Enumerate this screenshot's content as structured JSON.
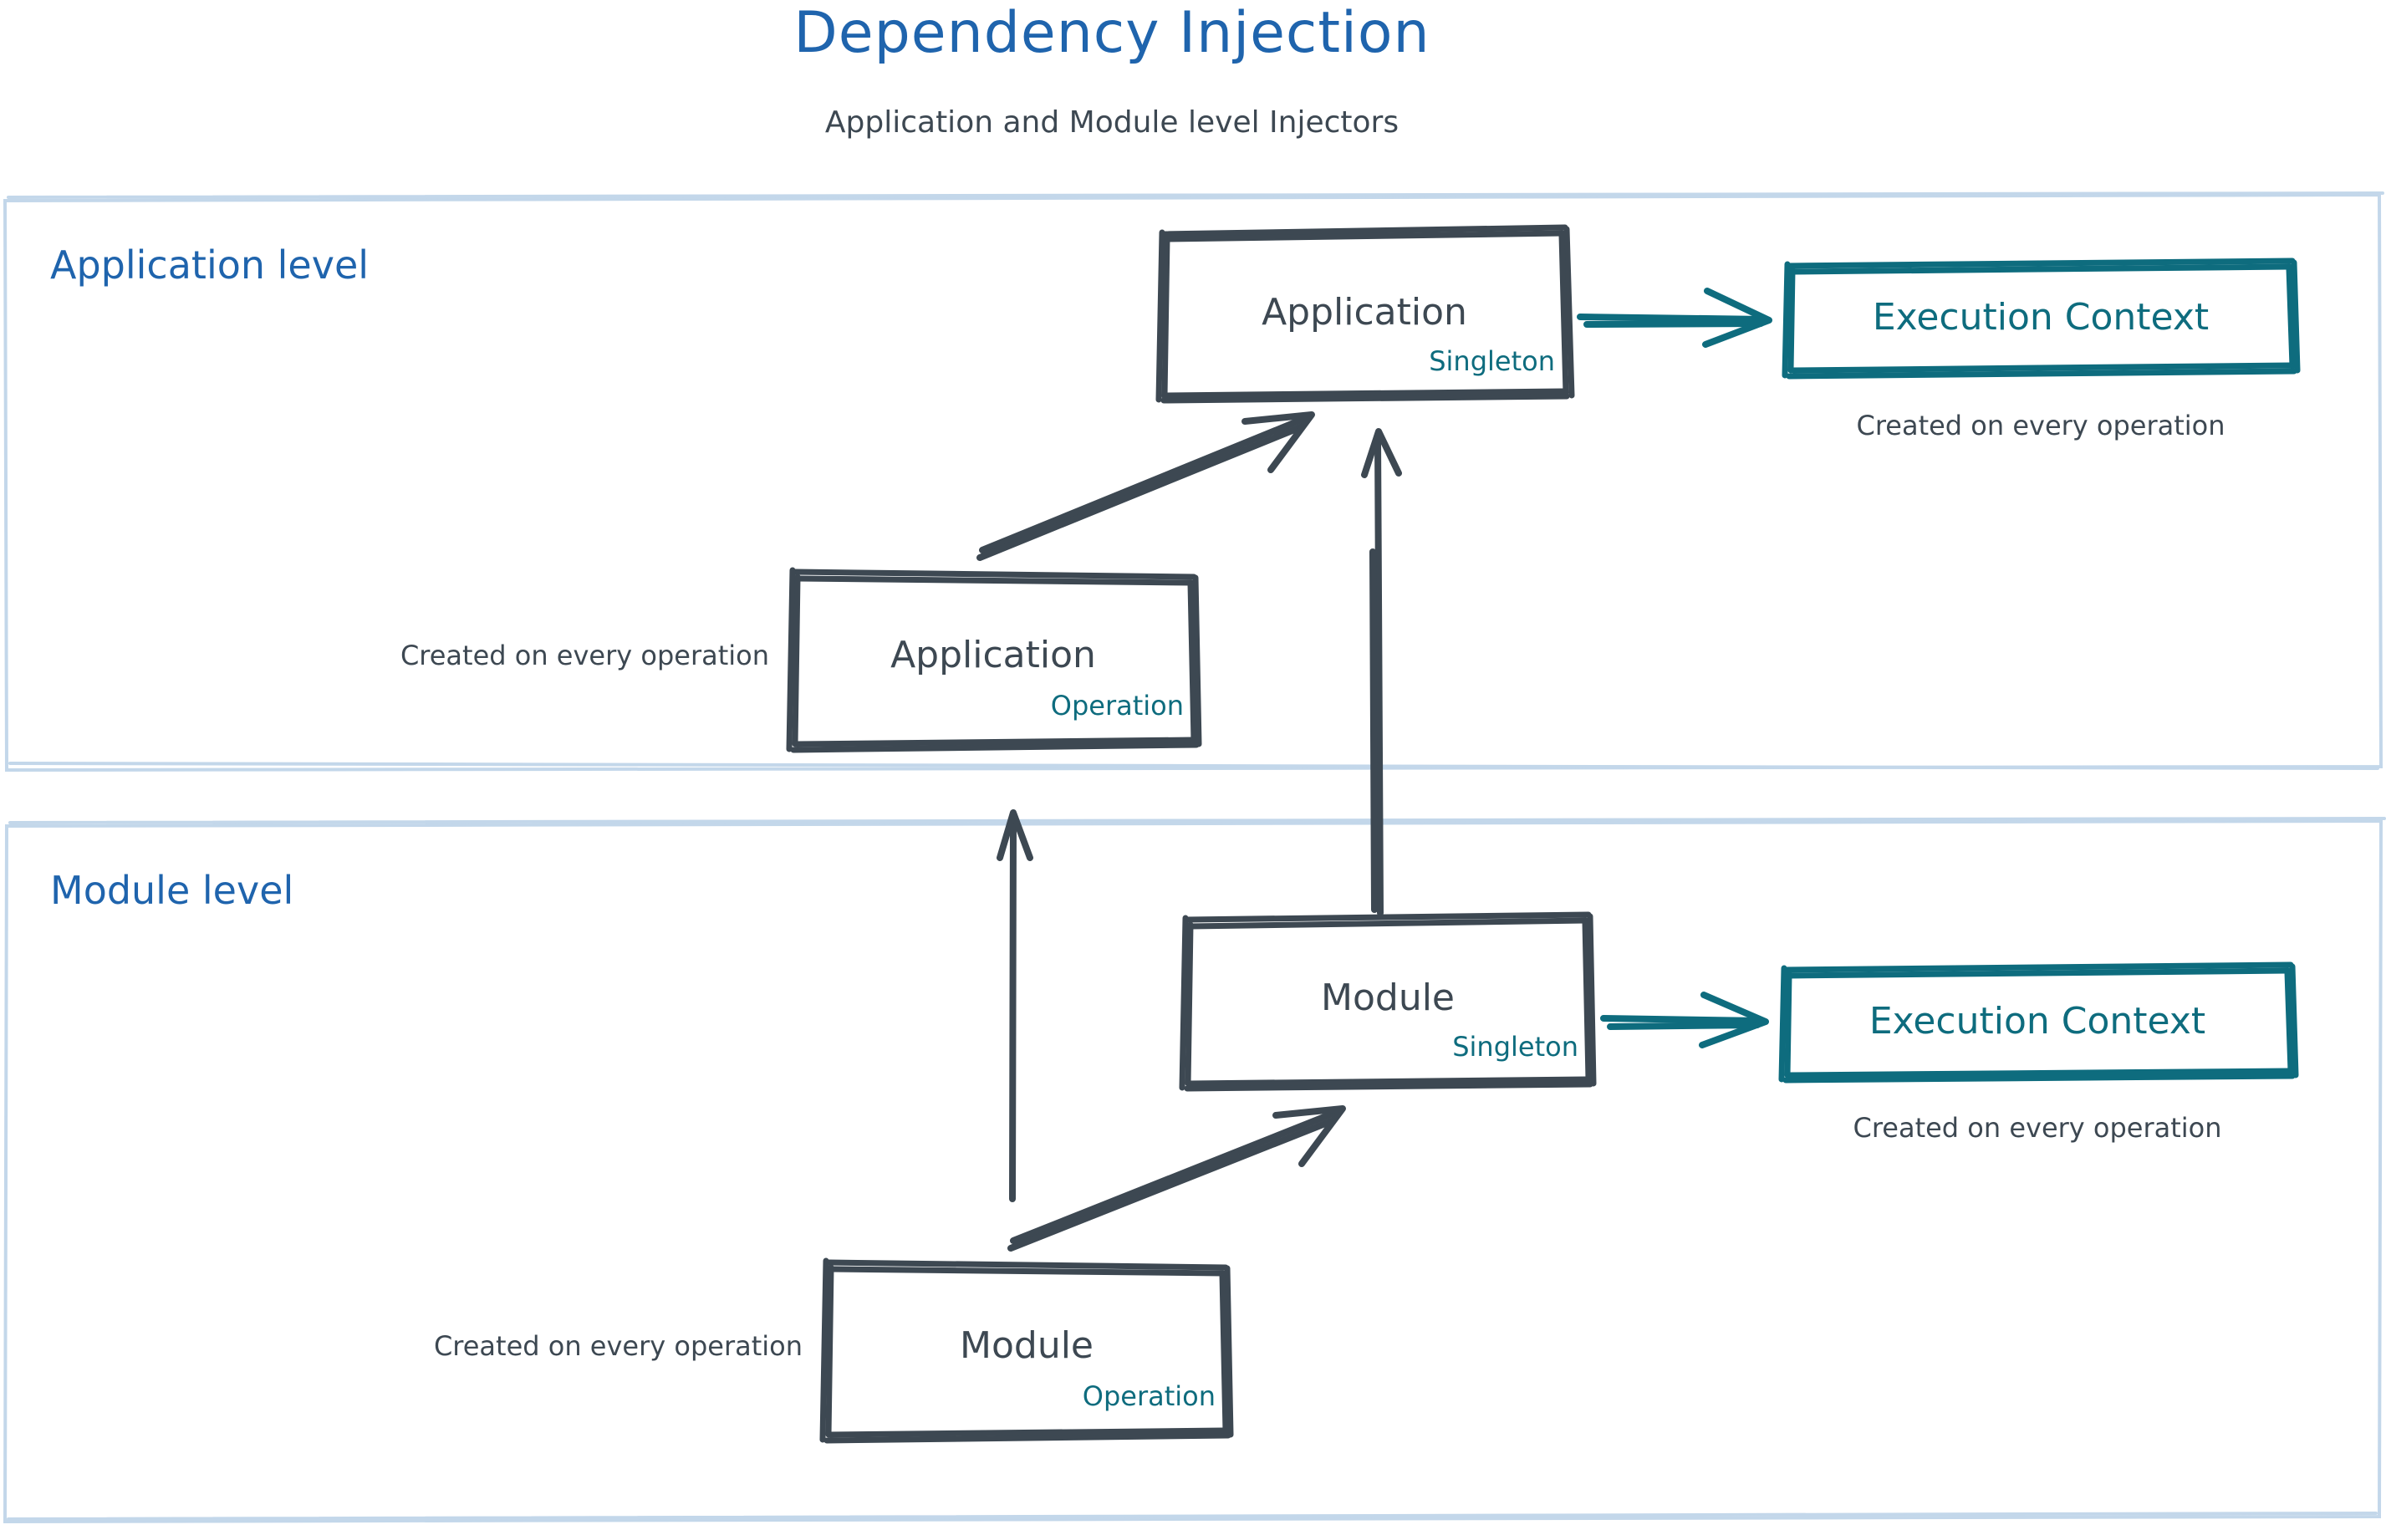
{
  "header": {
    "title": "Dependency Injection",
    "subtitle": "Application and Module level Injectors",
    "title_color": "#1F64AD",
    "subtitle_color": "#3D4852"
  },
  "colors": {
    "blue": "#1F64AD",
    "teal": "#0E6C7E",
    "ink": "#3D4852",
    "panel_border": "#C3D7EA",
    "background": "#FFFFFF"
  },
  "panels": [
    {
      "id": "application-level",
      "heading": "Application level",
      "nodes": [
        {
          "id": "application-singleton",
          "title": "Application",
          "scope": "Singleton",
          "style": "ink-box"
        },
        {
          "id": "application-execution-context",
          "title": "Execution Context",
          "scope": "",
          "style": "teal-box",
          "caption": "Created on every operation"
        },
        {
          "id": "application-operation",
          "title": "Application",
          "scope": "Operation",
          "style": "ink-box",
          "caption": "Created on every operation"
        }
      ]
    },
    {
      "id": "module-level",
      "heading": "Module level",
      "nodes": [
        {
          "id": "module-singleton",
          "title": "Module",
          "scope": "Singleton",
          "style": "ink-box"
        },
        {
          "id": "module-execution-context",
          "title": "Execution Context",
          "scope": "",
          "style": "teal-box",
          "caption": "Created on every operation"
        },
        {
          "id": "module-operation",
          "title": "Module",
          "scope": "Operation",
          "style": "ink-box",
          "caption": "Created on every operation"
        }
      ]
    }
  ],
  "labels": {
    "app_singleton_title": "Application",
    "app_singleton_scope": "Singleton",
    "app_exec_context": "Execution Context",
    "app_exec_caption": "Created on every operation",
    "app_operation_title": "Application",
    "app_operation_scope": "Operation",
    "app_operation_caption": "Created on every operation",
    "mod_singleton_title": "Module",
    "mod_singleton_scope": "Singleton",
    "mod_exec_context": "Execution Context",
    "mod_exec_caption": "Created on every operation",
    "mod_operation_title": "Module",
    "mod_operation_scope": "Operation",
    "mod_operation_caption": "Created on every operation",
    "application_level": "Application level",
    "module_level": "Module level"
  },
  "edges": [
    {
      "id": "app-singleton-to-exec-context",
      "from": "application-singleton",
      "to": "application-execution-context",
      "color": "#0E6C7E",
      "direction": "right"
    },
    {
      "id": "app-operation-to-app-singleton",
      "from": "application-operation",
      "to": "application-singleton",
      "color": "#3D4852",
      "direction": "up-right"
    },
    {
      "id": "module-singleton-to-app-singleton",
      "from": "module-singleton",
      "to": "application-singleton",
      "color": "#3D4852",
      "direction": "up"
    },
    {
      "id": "module-singleton-to-exec-context",
      "from": "module-singleton",
      "to": "module-execution-context",
      "color": "#0E6C7E",
      "direction": "right"
    },
    {
      "id": "module-operation-to-module-singleton",
      "from": "module-operation",
      "to": "module-singleton",
      "color": "#3D4852",
      "direction": "up-right"
    },
    {
      "id": "module-operation-to-app-operation",
      "from": "module-operation",
      "to": "application-operation",
      "color": "#3D4852",
      "direction": "up"
    }
  ]
}
